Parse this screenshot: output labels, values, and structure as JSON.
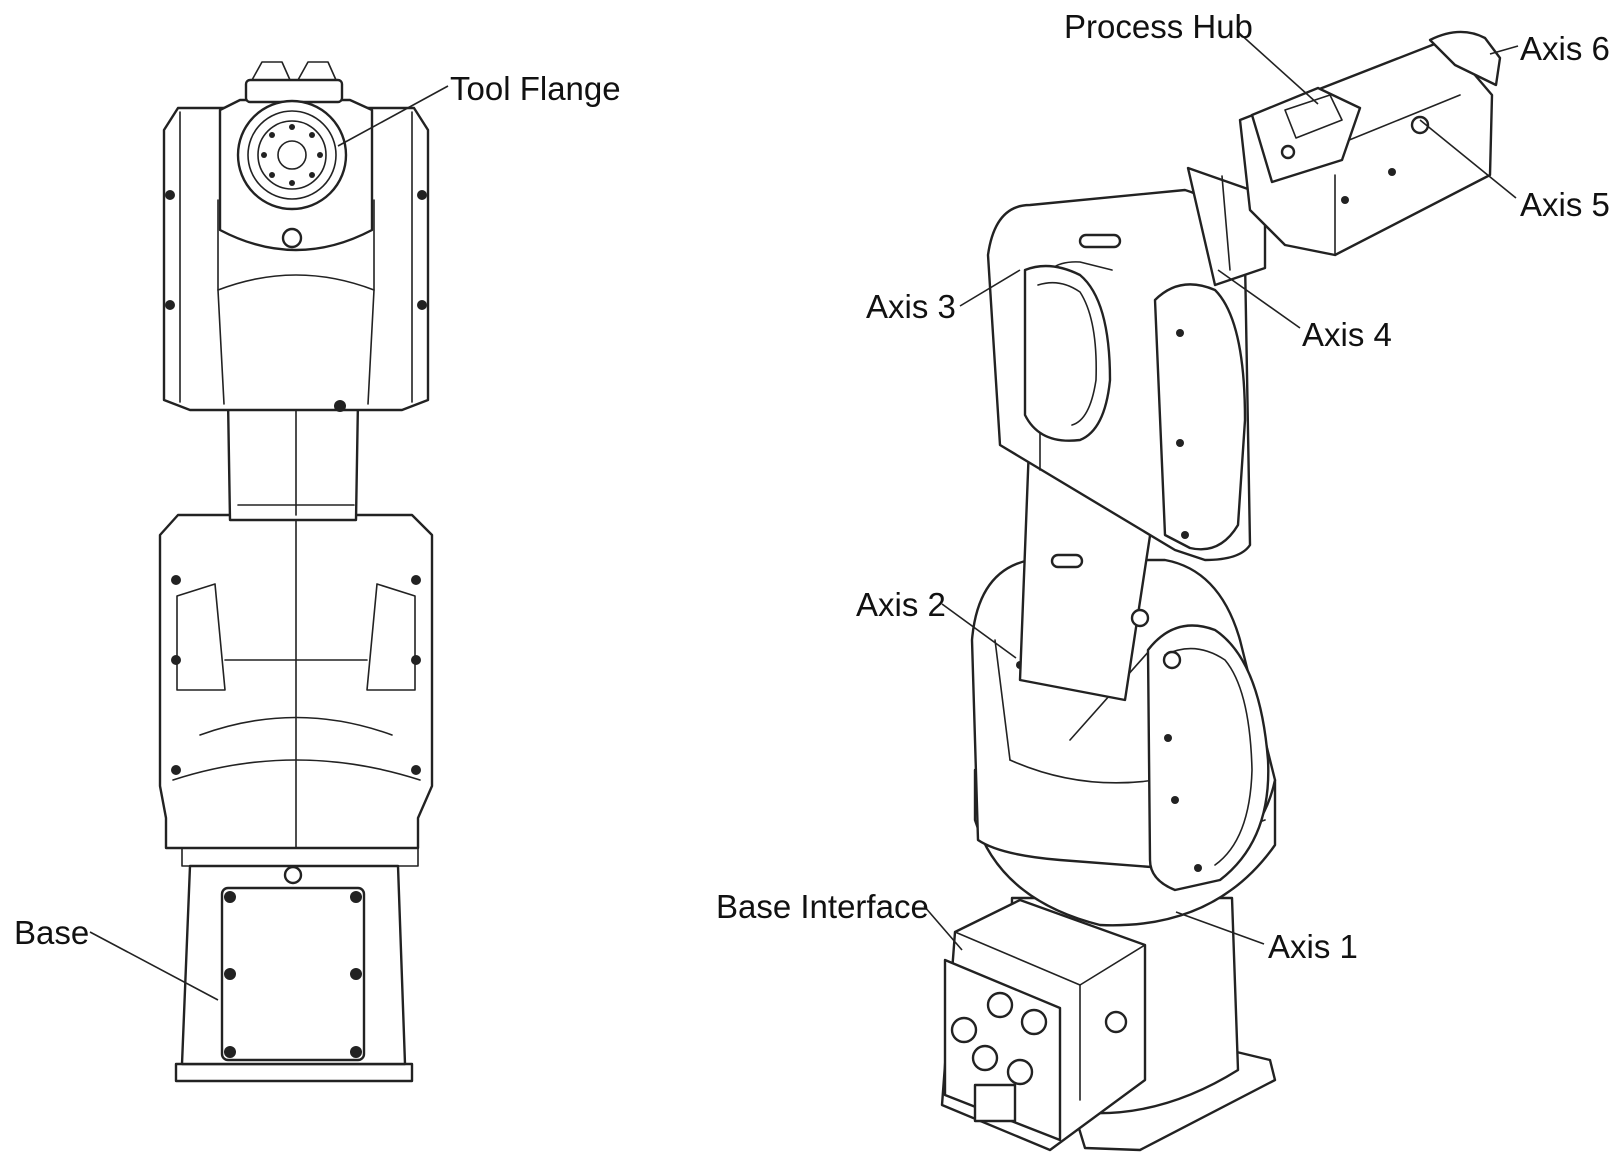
{
  "labels": {
    "tool_flange": "Tool Flange",
    "base": "Base",
    "process_hub": "Process Hub",
    "axis_6": "Axis 6",
    "axis_5": "Axis 5",
    "axis_4": "Axis 4",
    "axis_3": "Axis 3",
    "axis_2": "Axis 2",
    "axis_1": "Axis 1",
    "base_interface": "Base Interface"
  },
  "colors": {
    "line": "#222222",
    "background": "#ffffff"
  }
}
